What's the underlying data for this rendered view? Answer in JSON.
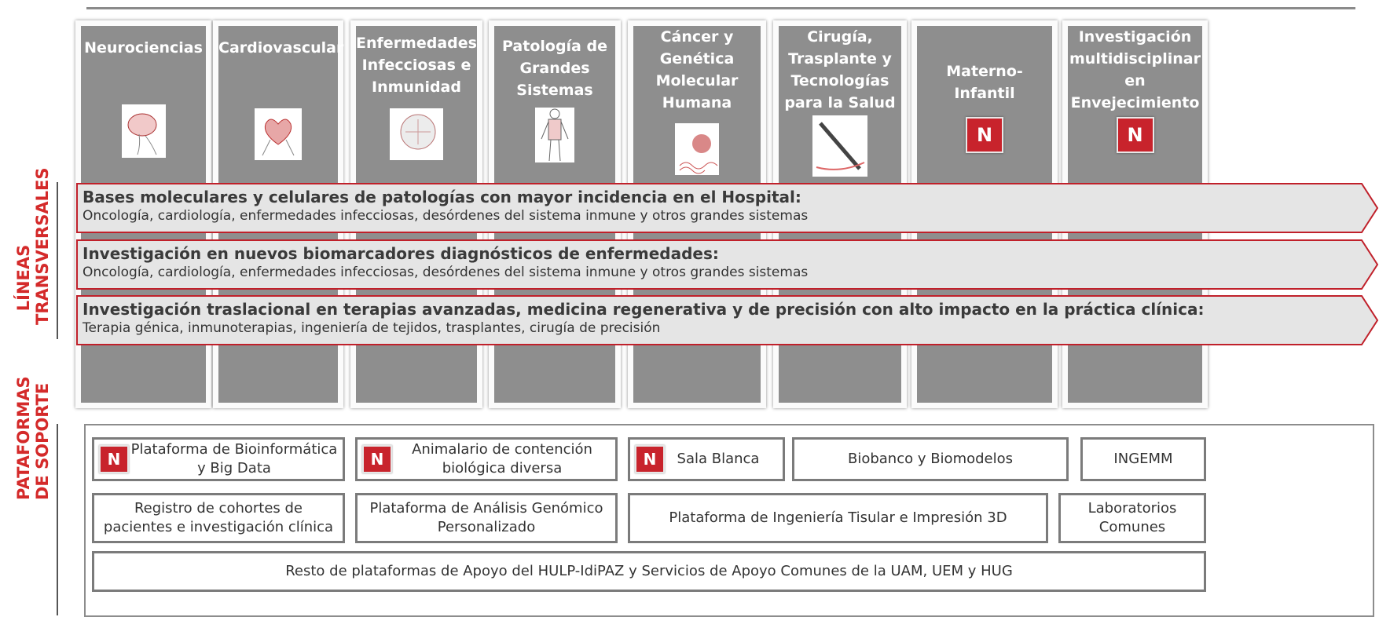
{
  "areas": [
    {
      "title": "Neurociencias",
      "icon": "brain-illustration-icon"
    },
    {
      "title": "Cardiovascular",
      "icon": "heart-illustration-icon"
    },
    {
      "title": "Enfermedades Infecciosas e Inmunidad",
      "icon": "virus-illustration-icon"
    },
    {
      "title": "Patología de Grandes Sistemas",
      "icon": "body-illustration-icon"
    },
    {
      "title": "Cáncer y Genética Molecular Humana",
      "icon": "dna-illustration-icon"
    },
    {
      "title": "Cirugía, Trasplante y Tecnologías para la Salud",
      "icon": "surgery-illustration-icon"
    },
    {
      "title": "Materno-Infantil",
      "badge": "N"
    },
    {
      "title": "Investigación multidisciplinar en Envejecimiento",
      "badge": "N"
    }
  ],
  "transversal": {
    "label_line1": "LÍNEAS",
    "label_line2": "TRANSVERSALES",
    "lines": [
      {
        "title": "Bases moleculares y celulares de patologías con mayor incidencia en el Hospital:",
        "detail": "Oncología, cardiología, enfermedades infecciosas, desórdenes del sistema inmune y otros grandes sistemas"
      },
      {
        "title": "Investigación en nuevos biomarcadores diagnósticos de enfermedades:",
        "detail": "Oncología, cardiología, enfermedades infecciosas, desórdenes del sistema inmune y otros grandes sistemas"
      },
      {
        "title": "Investigación traslacional en terapias avanzadas, medicina regenerativa y de precisión  con alto impacto en la práctica clínica:",
        "detail": "Terapia génica, inmunoterapias, ingeniería de tejidos, trasplantes, cirugía de precisión"
      }
    ]
  },
  "platforms": {
    "label_line1": "PATAFORMAS",
    "label_line2": "DE SOPORTE",
    "badge": "N",
    "row1": [
      {
        "l1": "Plataforma de Bioinformática",
        "l2": "y Big Data",
        "new": true
      },
      {
        "l1": "Animalario de contención",
        "l2": "biológica diversa",
        "new": true
      },
      {
        "l1": "Sala Blanca",
        "l2": "",
        "new": true
      },
      {
        "l1": "Biobanco y Biomodelos",
        "l2": "",
        "new": false
      },
      {
        "l1": "INGEMM",
        "l2": "",
        "new": false
      }
    ],
    "row2": [
      {
        "l1": "Registro de cohortes de",
        "l2": "pacientes e investigación clínica"
      },
      {
        "l1": "Plataforma de Análisis Genómico",
        "l2": "Personalizado"
      },
      {
        "l1": "Plataforma de Ingeniería Tisular e Impresión 3D",
        "l2": ""
      },
      {
        "l1": "Laboratorios",
        "l2": "Comunes"
      }
    ],
    "footer": "Resto de plataformas de Apoyo del HULP-IdiPAZ y Servicios de Apoyo Comunes de la UAM, UEM y HUG"
  },
  "colors": {
    "accent": "#c8232c",
    "column": "#8e8e8e",
    "band": "#e5e5e5",
    "label": "#d42a2a"
  }
}
